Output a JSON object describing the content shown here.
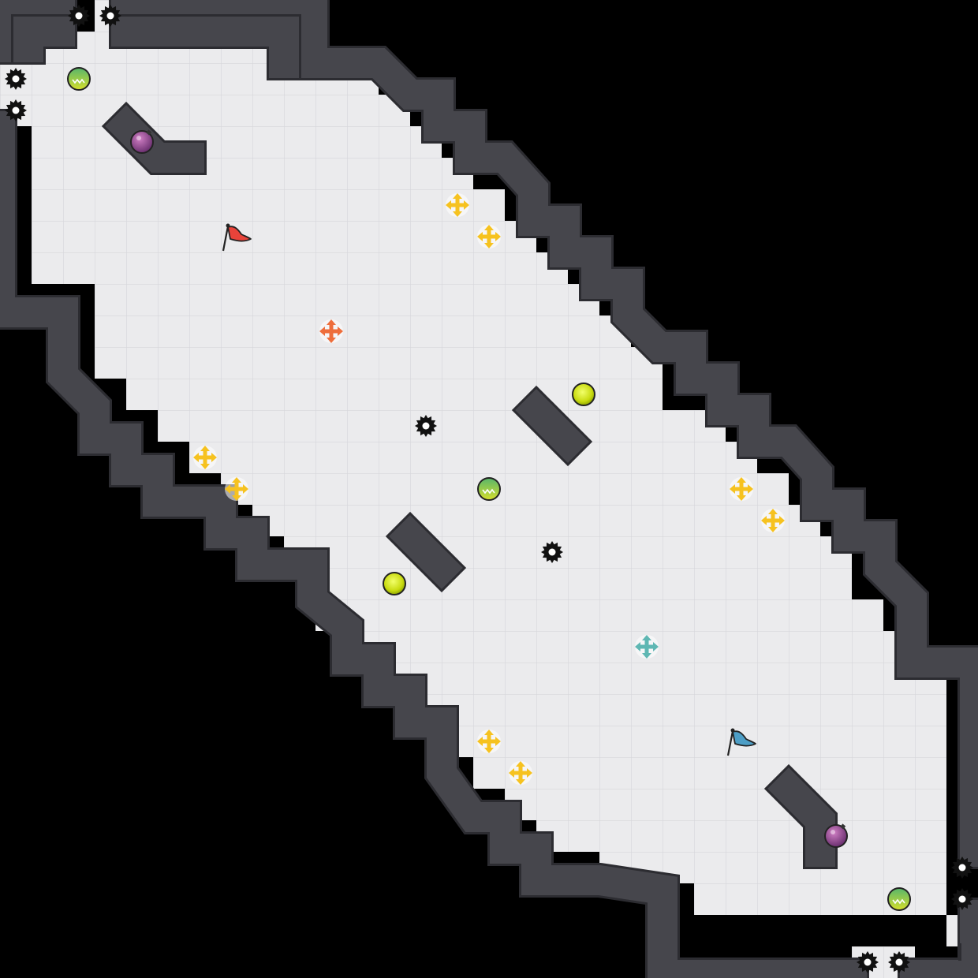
{
  "map": {
    "cols": 31,
    "rows": 31,
    "colors": {
      "background": "#000000",
      "floor": "#ebebed",
      "grid": "#d6d6da",
      "wall": "#46464c",
      "wall_edge": "#2c2c31"
    },
    "floor_rows": [
      [
        [
          1,
          1
        ],
        [
          3,
          3
        ]
      ],
      [
        [
          1,
          8
        ]
      ],
      [
        [
          0,
          11
        ]
      ],
      [
        [
          0,
          12
        ]
      ],
      [
        [
          1,
          13
        ]
      ],
      [
        [
          1,
          14
        ]
      ],
      [
        [
          1,
          15
        ]
      ],
      [
        [
          1,
          16
        ]
      ],
      [
        [
          1,
          2
        ],
        [
          3,
          17
        ]
      ],
      [
        [
          3,
          18
        ]
      ],
      [
        [
          3,
          19
        ]
      ],
      [
        [
          3,
          20
        ]
      ],
      [
        [
          4,
          20
        ]
      ],
      [
        [
          5,
          22
        ]
      ],
      [
        [
          6,
          23
        ]
      ],
      [
        [
          7,
          24
        ]
      ],
      [
        [
          8,
          25
        ]
      ],
      [
        [
          9,
          26
        ]
      ],
      [
        [
          10,
          26
        ]
      ],
      [
        [
          10,
          27
        ]
      ],
      [
        [
          11,
          28
        ]
      ],
      [
        [
          12,
          29
        ]
      ],
      [
        [
          13,
          29
        ]
      ],
      [
        [
          14,
          29
        ]
      ],
      [
        [
          15,
          29
        ]
      ],
      [
        [
          16,
          29
        ]
      ],
      [
        [
          17,
          29
        ]
      ],
      [
        [
          19,
          29
        ]
      ],
      [
        [
          22,
          29
        ]
      ],
      [
        [
          30,
          30
        ]
      ],
      [
        [
          27,
          28
        ]
      ]
    ],
    "wall_segments": [
      [
        [
          0,
          1.5
        ],
        [
          0,
          0
        ],
        [
          1.9,
          0
        ],
        [
          1.9,
          1
        ]
      ],
      [
        [
          0.9,
          1.5
        ],
        [
          0.9,
          1
        ],
        [
          1.9,
          1
        ]
      ],
      [
        [
          4,
          0
        ],
        [
          9.9,
          0
        ],
        [
          9.9,
          2
        ],
        [
          12,
          2
        ],
        [
          13,
          3
        ],
        [
          13.9,
          3
        ],
        [
          13.9,
          4
        ],
        [
          14.9,
          4
        ],
        [
          14.9,
          5
        ],
        [
          16,
          5
        ],
        [
          16.9,
          6
        ],
        [
          16.9,
          7
        ],
        [
          17.9,
          7
        ],
        [
          17.9,
          8
        ],
        [
          18.9,
          8
        ],
        [
          18.9,
          9
        ],
        [
          19.9,
          9
        ],
        [
          19.9,
          10
        ],
        [
          20.9,
          11
        ],
        [
          21.9,
          11
        ],
        [
          21.9,
          12
        ],
        [
          22.9,
          12
        ],
        [
          22.9,
          13
        ],
        [
          23.9,
          13
        ],
        [
          23.9,
          14
        ],
        [
          25,
          14
        ],
        [
          25.9,
          15
        ],
        [
          25.9,
          16
        ],
        [
          26.9,
          16
        ],
        [
          26.9,
          17
        ],
        [
          27.9,
          17
        ],
        [
          27.9,
          18
        ],
        [
          28.9,
          19
        ],
        [
          28.9,
          21
        ],
        [
          30.9,
          21
        ],
        [
          30.9,
          27
        ]
      ],
      [
        [
          4,
          1
        ],
        [
          9,
          1
        ],
        [
          9,
          2
        ]
      ],
      [
        [
          0,
          4
        ],
        [
          0,
          9.9
        ],
        [
          2,
          9.9
        ],
        [
          2,
          11.9
        ],
        [
          3,
          12.9
        ],
        [
          3,
          13.9
        ],
        [
          4,
          13.9
        ],
        [
          4,
          14.9
        ],
        [
          5,
          14.9
        ],
        [
          5,
          15.9
        ],
        [
          7,
          15.9
        ],
        [
          7,
          16.9
        ],
        [
          8,
          16.9
        ],
        [
          8,
          17.9
        ],
        [
          9.9,
          17.9
        ],
        [
          9.9,
          19
        ],
        [
          11,
          19.9
        ],
        [
          11,
          20.9
        ],
        [
          12,
          20.9
        ],
        [
          12,
          21.9
        ],
        [
          13,
          21.9
        ],
        [
          13,
          22.9
        ],
        [
          14,
          22.9
        ],
        [
          14,
          24.5
        ],
        [
          15,
          25.9
        ],
        [
          16,
          25.9
        ],
        [
          16,
          26.9
        ],
        [
          17,
          26.9
        ],
        [
          17,
          27.9
        ],
        [
          19,
          27.9
        ],
        [
          21,
          28.2
        ],
        [
          21,
          30.9
        ],
        [
          27,
          30.9
        ]
      ],
      [
        [
          29,
          30.9
        ],
        [
          30.9,
          30.9
        ],
        [
          30.9,
          29
        ]
      ],
      [
        [
          4,
          4
        ],
        [
          5,
          5
        ],
        [
          6,
          5
        ]
      ],
      [
        [
          17,
          13
        ],
        [
          18,
          14
        ]
      ],
      [
        [
          13,
          17
        ],
        [
          14,
          18
        ]
      ],
      [
        [
          25,
          25
        ],
        [
          26,
          26
        ],
        [
          26,
          27
        ]
      ]
    ]
  },
  "entities": {
    "spikes": [
      [
        2,
        0
      ],
      [
        3,
        0
      ],
      [
        0,
        2
      ],
      [
        0,
        3
      ],
      [
        13,
        13
      ],
      [
        17,
        17
      ],
      [
        30,
        27
      ],
      [
        30,
        28
      ],
      [
        27,
        30
      ],
      [
        28,
        30
      ]
    ],
    "boosters": [
      [
        2,
        2
      ],
      [
        15,
        15
      ],
      [
        28,
        28
      ]
    ],
    "bombs": [
      [
        4,
        4
      ],
      [
        26,
        26
      ]
    ],
    "lime_balls": [
      [
        18,
        12
      ],
      [
        12,
        18
      ]
    ],
    "powerups": [
      [
        14,
        6
      ],
      [
        15,
        7
      ],
      [
        6,
        14
      ],
      [
        7,
        15
      ],
      [
        23,
        15
      ],
      [
        24,
        16
      ],
      [
        15,
        23
      ],
      [
        16,
        24
      ]
    ],
    "red_spawn": [
      10,
      10
    ],
    "blue_spawn": [
      20,
      20
    ],
    "red_flag": [
      7,
      7
    ],
    "blue_flag": [
      23,
      23
    ]
  },
  "icons": {
    "spike": "spike-icon",
    "booster": "booster-icon",
    "bomb": "bomb-icon",
    "lime_ball": "lime-ball-icon",
    "powerup": "powerup-icon",
    "red_spawn": "red-spawn-icon",
    "blue_spawn": "blue-spawn-icon",
    "red_flag": "red-flag-icon",
    "blue_flag": "blue-flag-icon"
  },
  "entity_colors": {
    "red_team": "#e8433a",
    "blue_team": "#4d9ec6",
    "powerup": "#f6c21f",
    "red_spawn": "#ee6e3c",
    "blue_spawn": "#5fb7b3",
    "lime": "#d4e81d",
    "bomb": "#8a4a8c",
    "spike": "#111111"
  }
}
